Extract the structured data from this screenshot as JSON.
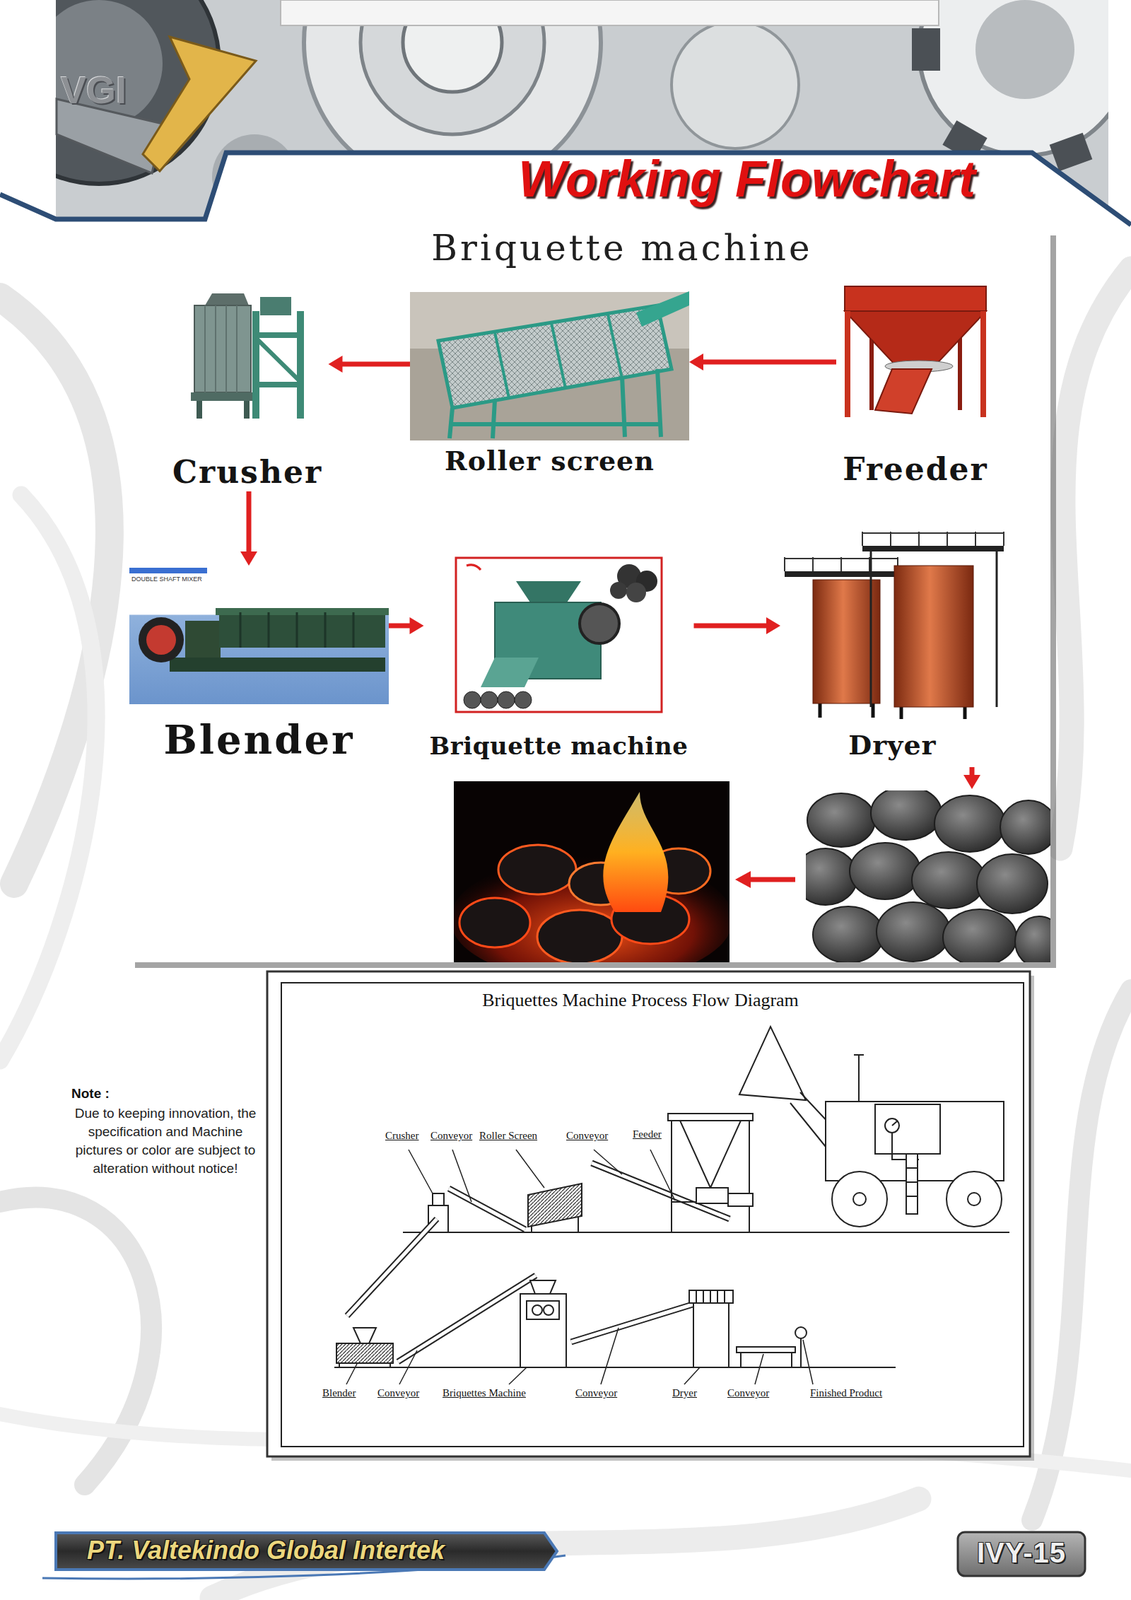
{
  "diagram": {
    "title": "Working Flowchart",
    "nodes": [
      {
        "text": [
          "Freeder"
        ]
      },
      {
        "text": [
          "Roller screen"
        ]
      },
      {
        "text": [
          "Crusher"
        ]
      },
      {
        "text": [
          "Blender"
        ]
      },
      {
        "text": [
          "Briquette machine"
        ]
      },
      {
        "text": [
          "Dryer"
        ]
      }
    ],
    "edges": [
      {
        "from": 0,
        "to": 1,
        "arrow": "to"
      },
      {
        "from": 1,
        "to": 2,
        "arrow": "to"
      },
      {
        "from": 2,
        "to": 3,
        "arrow": "to"
      },
      {
        "from": 3,
        "to": 4,
        "arrow": "to"
      },
      {
        "from": 4,
        "to": 5,
        "arrow": "to"
      }
    ],
    "labels": [
      "VGI",
      "Briquette machine",
      "DOUBLE SHAFT MIXER",
      "Briquettes Machine Process Flow Diagram",
      "Crusher",
      "Conveyor",
      "Roller Screen",
      "Conveyor",
      "Feeder",
      "Blender",
      "Conveyor",
      "Briquettes Machine",
      "Conveyor",
      "Dryer",
      "Conveyor",
      "Finished Product",
      "Note :",
      "Due to keeping innovation, the specification and Machine pictures or color are subject to alteration without notice!",
      "PT. Valtekindo Global Intertek",
      "IVY-15"
    ]
  }
}
